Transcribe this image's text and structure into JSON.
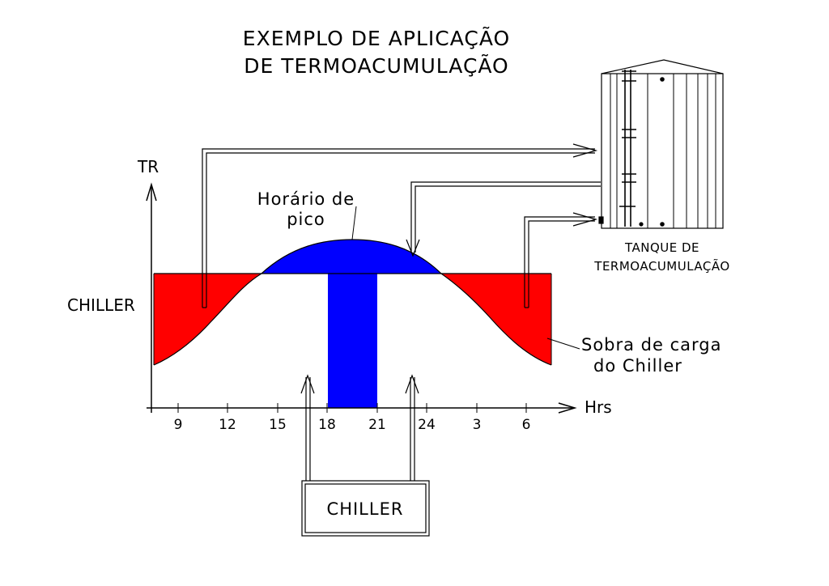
{
  "title": {
    "line1": "EXEMPLO DE APLICAÇÃO",
    "line2": "DE TERMOACUMULAÇÃO"
  },
  "axis": {
    "y_label": "TR",
    "x_label": "Hrs",
    "ticks": [
      "9",
      "12",
      "15",
      "18",
      "21",
      "24",
      "3",
      "6"
    ]
  },
  "labels": {
    "chiller_level": "CHILLER",
    "peak_line1": "Horário de",
    "peak_line2": "pico",
    "surplus_line1": "Sobra de carga",
    "surplus_line2": "do Chiller",
    "tank_line1": "TANQUE DE",
    "tank_line2": "TERMOACUMULAÇÃO",
    "chiller_box": "CHILLER"
  },
  "colors": {
    "surplus": "#ff0000",
    "peak": "#0000ff",
    "line": "#000000"
  }
}
